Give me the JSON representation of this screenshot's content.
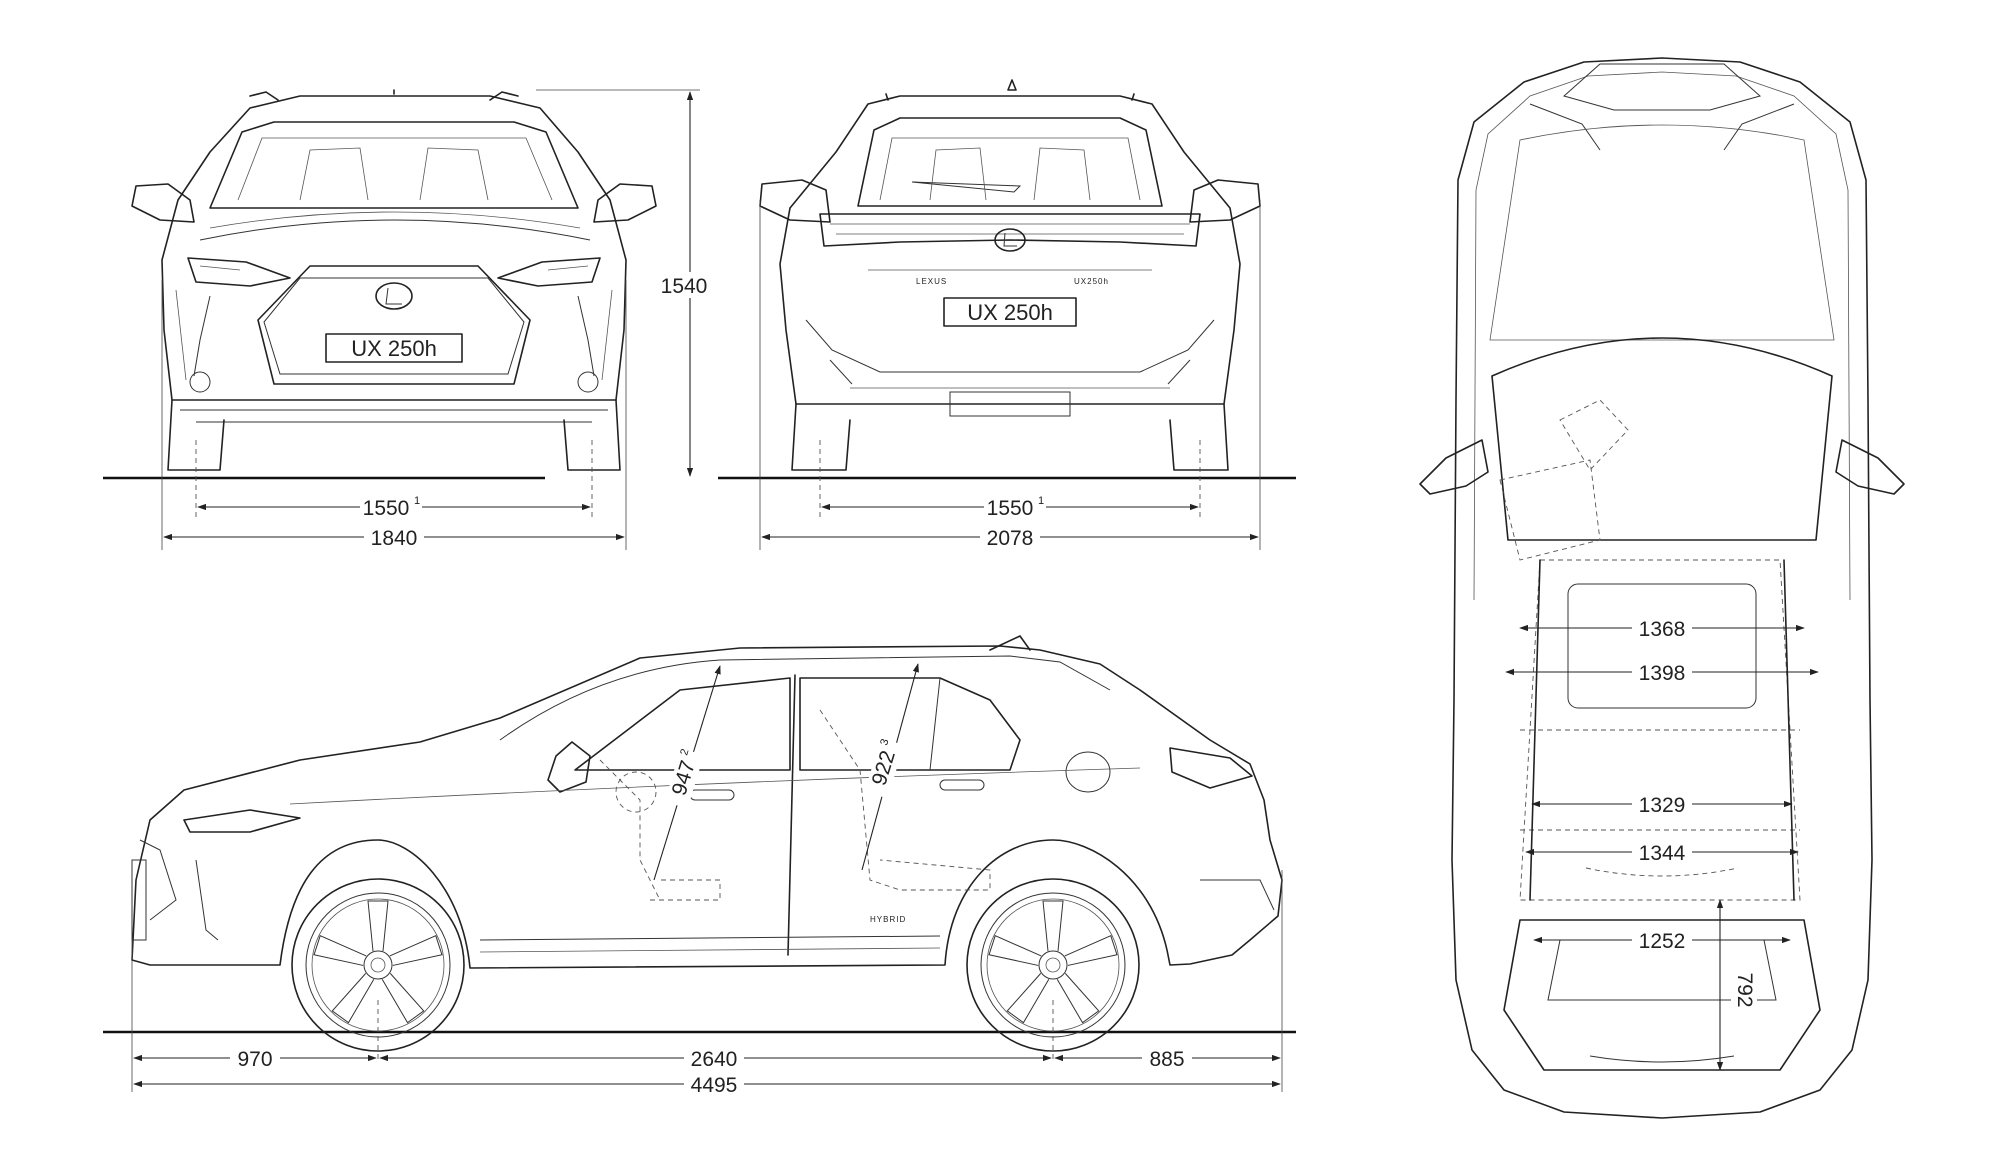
{
  "plate_text": "UX 250h",
  "rear_badges": {
    "left": "LEXUS",
    "right": "UX250h"
  },
  "side_badge": "HYBRID",
  "front_view": {
    "height": "1540",
    "track": "1550",
    "track_note": "1",
    "width": "1840"
  },
  "rear_view": {
    "track": "1550",
    "track_note": "1",
    "width_mirrors": "2078"
  },
  "side_view": {
    "front_overhang": "970",
    "wheelbase": "2640",
    "rear_overhang": "885",
    "length": "4495",
    "front_headroom": "947",
    "front_headroom_note": "2",
    "rear_headroom": "922",
    "rear_headroom_note": "3"
  },
  "top_view": {
    "front_shoulder": "1368",
    "front_hip": "1398",
    "rear_shoulder": "1329",
    "rear_hip": "1344",
    "load_width": "1252",
    "load_length": "792"
  }
}
